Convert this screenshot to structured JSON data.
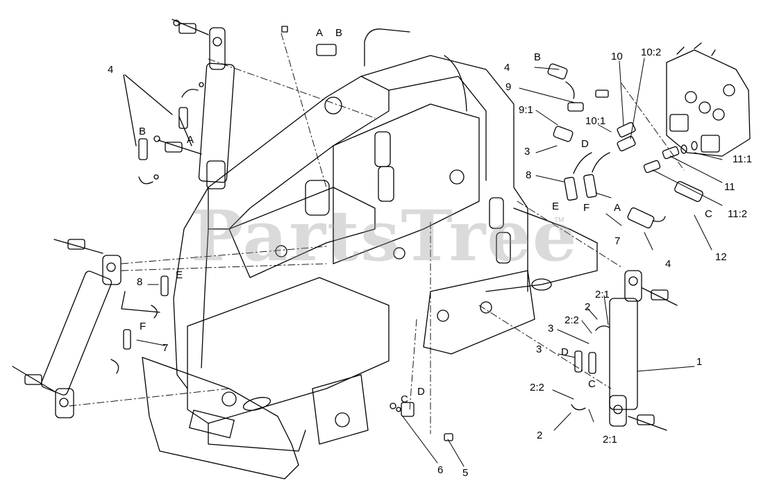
{
  "watermark": {
    "text": "PartsTree",
    "tm": "TM"
  },
  "callouts": {
    "top_left_4": "4",
    "top_left_B": "B",
    "top_left_A": "A",
    "top_A": "A",
    "top_B": "B",
    "mid_left_8": "8",
    "mid_left_E": "E",
    "mid_left_F": "F",
    "mid_left_7": "7",
    "right_4_top": "4",
    "right_B_top": "B",
    "right_9": "9",
    "right_9_1": "9:1",
    "right_3": "3",
    "right_D": "D",
    "right_8": "8",
    "right_E": "E",
    "right_F": "F",
    "right_10": "10",
    "right_10_2": "10:2",
    "right_10_1": "10:1",
    "right_A": "A",
    "right_7": "7",
    "right_4_bottom": "4",
    "right_11_1": "11:1",
    "right_11": "11",
    "right_11_2": "11:2",
    "right_C": "C",
    "right_12": "12",
    "br_2_1_top": "2:1",
    "br_2_top": "2",
    "br_2_2_top": "2:2",
    "br_3_top": "3",
    "br_3_mid": "3",
    "br_D": "D",
    "br_C": "C",
    "br_1": "1",
    "br_2_2_bottom": "2:2",
    "br_2_bottom": "2",
    "br_2_1_bottom": "2:1",
    "center_D": "D",
    "center_C": "C",
    "center_6": "6",
    "center_5": "5"
  }
}
